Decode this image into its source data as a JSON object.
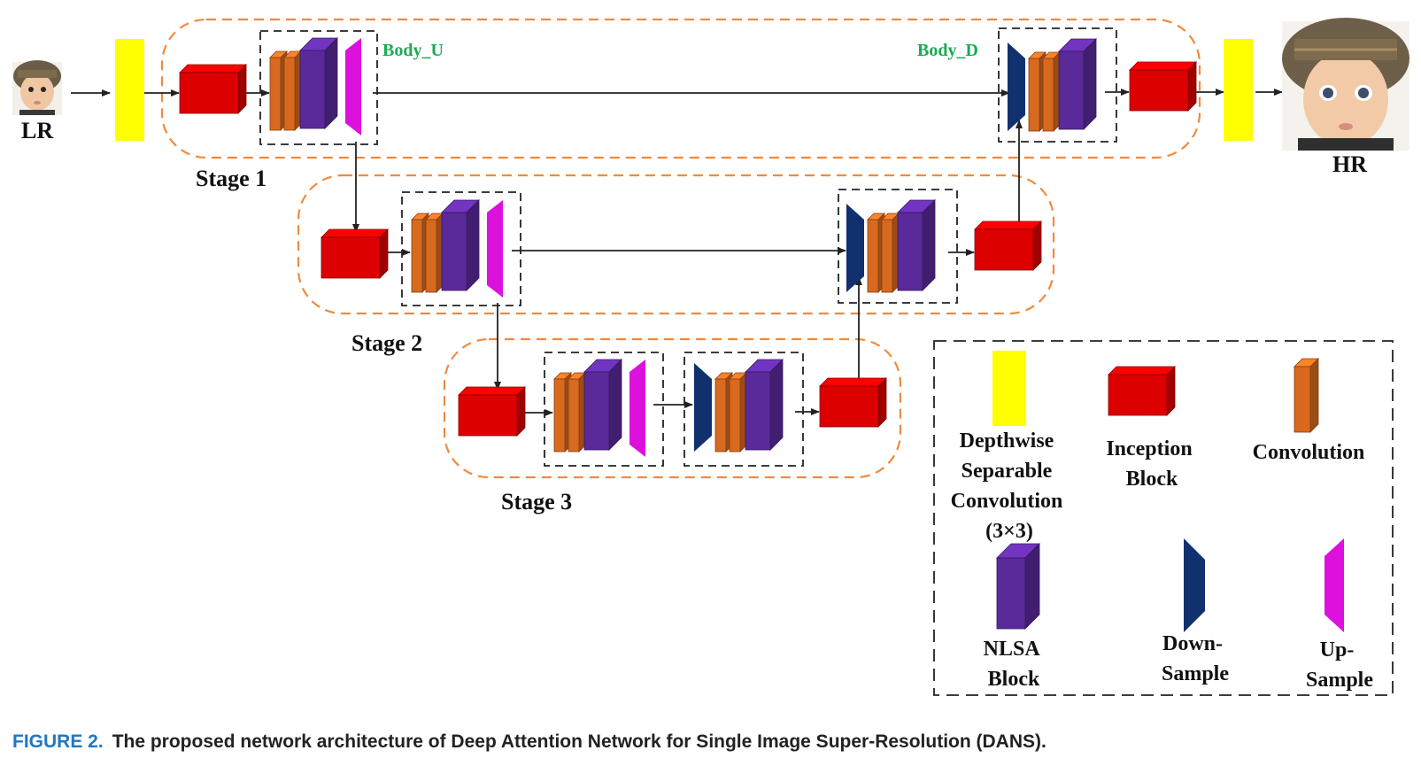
{
  "labels": {
    "lr": "LR",
    "hr": "HR",
    "body_u": "Body_U",
    "body_d": "Body_D",
    "stage1": "Stage 1",
    "stage2": "Stage 2",
    "stage3": "Stage 3"
  },
  "legend": {
    "dsconv": [
      "Depthwise",
      "Separable",
      "Convolution",
      "(3×3)"
    ],
    "inception": [
      "Inception",
      "Block"
    ],
    "convolution": [
      "Convolution"
    ],
    "nlsa": [
      "NLSA",
      "Block"
    ],
    "downsample": [
      "Down-",
      "Sample"
    ],
    "upsample": [
      "Up-",
      "Sample"
    ]
  },
  "caption": {
    "number": "FIGURE 2.",
    "text": "The proposed network architecture of Deep Attention Network for Single Image Super-Resolution (DANS)."
  },
  "colors": {
    "dsconv": "#ffff00",
    "inception": "#dd0000",
    "convolution": "#d9691f",
    "nlsa": "#5a2a9a",
    "downsample": "#10306e",
    "upsample": "#dd11dd",
    "stage_border": "#f08a3c",
    "body_label": "#1aaa55"
  }
}
